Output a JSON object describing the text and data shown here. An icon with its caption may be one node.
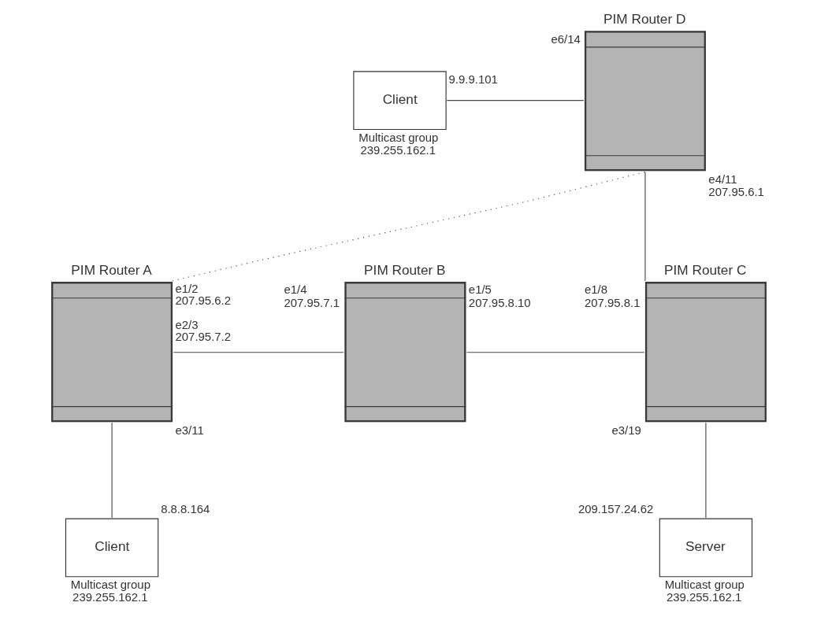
{
  "diagram": {
    "nodes": [
      {
        "text": [
          "PIM Router D"
        ],
        "beside": [
          "e6/14",
          "e4/11 207.95.6.1"
        ]
      },
      {
        "text": [
          "Client"
        ],
        "beside": [
          "9.9.9.101",
          "Multicast group 239.255.162.1"
        ]
      },
      {
        "text": [
          "PIM Router A"
        ],
        "beside": [
          "e1/2 207.95.6.2",
          "e2/3 207.95.7.2",
          "e3/11"
        ]
      },
      {
        "text": [
          "PIM Router B"
        ],
        "beside": [
          "e1/4 207.95.7.1",
          "e1/5 207.95.8.10"
        ]
      },
      {
        "text": [
          "PIM Router C"
        ],
        "beside": [
          "e1/8 207.95.8.1",
          "e3/19"
        ]
      },
      {
        "text": [
          "Client"
        ],
        "beside": [
          "8.8.8.164",
          "Multicast group 239.255.162.1"
        ]
      },
      {
        "text": [
          "Server"
        ],
        "beside": [
          "209.157.24.62",
          "Multicast group 239.255.162.1"
        ]
      }
    ],
    "edges": [
      {
        "from": 1,
        "to": 0,
        "arrow": "none"
      },
      {
        "from": 0,
        "to": 4,
        "arrow": "none"
      },
      {
        "from": 2,
        "to": 0,
        "arrow": "none",
        "style": "dashed"
      },
      {
        "from": 2,
        "to": 3,
        "arrow": "none"
      },
      {
        "from": 3,
        "to": 4,
        "arrow": "none"
      },
      {
        "from": 2,
        "to": 5,
        "arrow": "none"
      },
      {
        "from": 4,
        "to": 6,
        "arrow": "none"
      }
    ]
  }
}
